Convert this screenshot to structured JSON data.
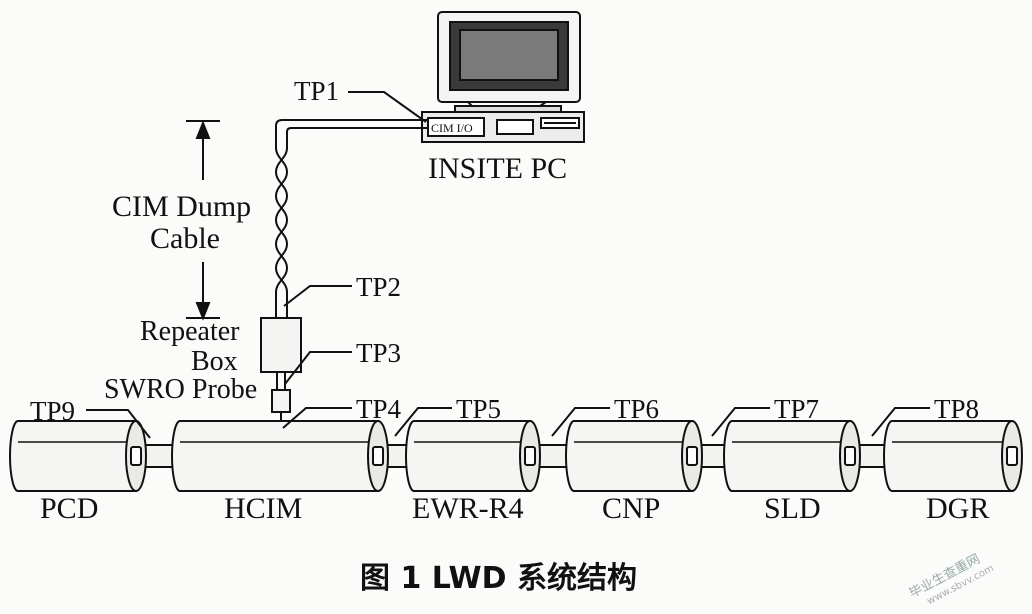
{
  "computer": {
    "port_label": "CIM I/O",
    "label": "INSITE PC"
  },
  "cable": {
    "label_line1": "CIM Dump",
    "label_line2": "Cable"
  },
  "repeater": {
    "label_line1": "Repeater",
    "label_line2": "Box"
  },
  "probe": {
    "label": "SWRO Probe"
  },
  "test_points": [
    "TP1",
    "TP2",
    "TP3",
    "TP4",
    "TP5",
    "TP6",
    "TP7",
    "TP8",
    "TP9"
  ],
  "tools": [
    "PCD",
    "HCIM",
    "EWR-R4",
    "CNP",
    "SLD",
    "DGR"
  ],
  "caption": "图 1   LWD 系统结构",
  "watermark": {
    "line1": "毕业生查重网",
    "line2": "www.sbvv.com"
  }
}
